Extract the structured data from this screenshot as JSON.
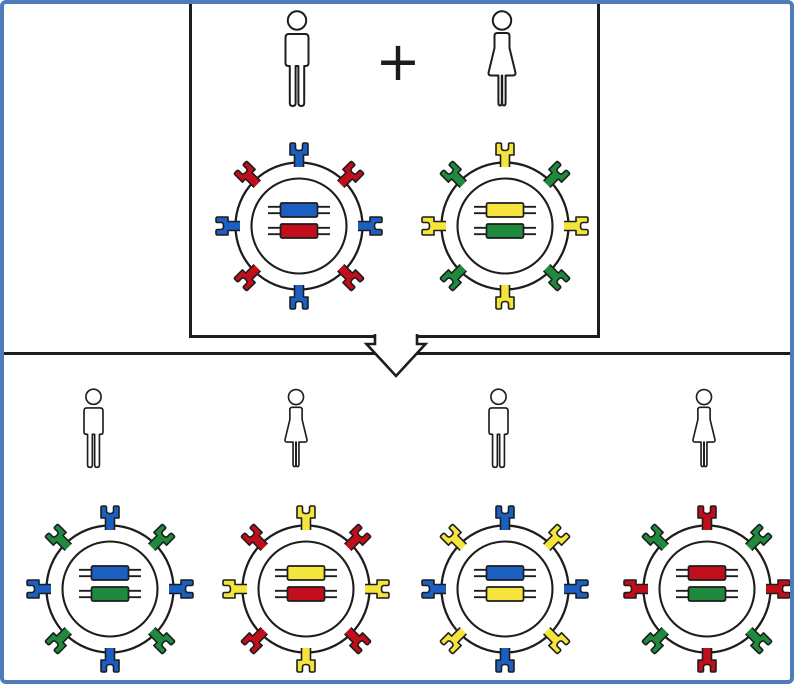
{
  "frame": {
    "background": "#ffffff",
    "border_color": "#4e7cb8",
    "ink_color": "#1d1d1d"
  },
  "palette": {
    "blue": "#1b5fc3",
    "red": "#c20d1b",
    "yellow": "#f4e43c",
    "green": "#1f8a3d"
  },
  "parents_section": {
    "plus_sign": "+",
    "members": [
      {
        "id": "father",
        "sex": "male",
        "figure_icon": "male-figure-icon",
        "cell": {
          "surface_cardinal_color": "blue",
          "surface_diagonal_color": "red",
          "chromosomes": [
            {
              "position": "top",
              "color": "blue"
            },
            {
              "position": "bottom",
              "color": "red"
            }
          ]
        }
      },
      {
        "id": "mother",
        "sex": "female",
        "figure_icon": "female-figure-icon",
        "cell": {
          "surface_cardinal_color": "yellow",
          "surface_diagonal_color": "green",
          "chromosomes": [
            {
              "position": "top",
              "color": "yellow"
            },
            {
              "position": "bottom",
              "color": "green"
            }
          ]
        }
      }
    ]
  },
  "inheritance_arrow": {
    "icon": "down-arrow-icon"
  },
  "children_section": {
    "members": [
      {
        "id": "child-1",
        "sex": "male",
        "figure_icon": "male-figure-icon",
        "cell": {
          "surface_cardinal_color": "blue",
          "surface_diagonal_color": "green",
          "chromosomes": [
            {
              "position": "top",
              "color": "blue"
            },
            {
              "position": "bottom",
              "color": "green"
            }
          ]
        }
      },
      {
        "id": "child-2",
        "sex": "female",
        "figure_icon": "female-figure-icon",
        "cell": {
          "surface_cardinal_color": "yellow",
          "surface_diagonal_color": "red",
          "chromosomes": [
            {
              "position": "top",
              "color": "yellow"
            },
            {
              "position": "bottom",
              "color": "red"
            }
          ]
        }
      },
      {
        "id": "child-3",
        "sex": "male",
        "figure_icon": "male-figure-icon",
        "cell": {
          "surface_cardinal_color": "blue",
          "surface_diagonal_color": "yellow",
          "chromosomes": [
            {
              "position": "top",
              "color": "blue"
            },
            {
              "position": "bottom",
              "color": "yellow"
            }
          ]
        }
      },
      {
        "id": "child-4",
        "sex": "female",
        "figure_icon": "female-figure-icon",
        "cell": {
          "surface_cardinal_color": "red",
          "surface_diagonal_color": "green",
          "chromosomes": [
            {
              "position": "top",
              "color": "red"
            },
            {
              "position": "bottom",
              "color": "green"
            }
          ]
        }
      }
    ]
  }
}
